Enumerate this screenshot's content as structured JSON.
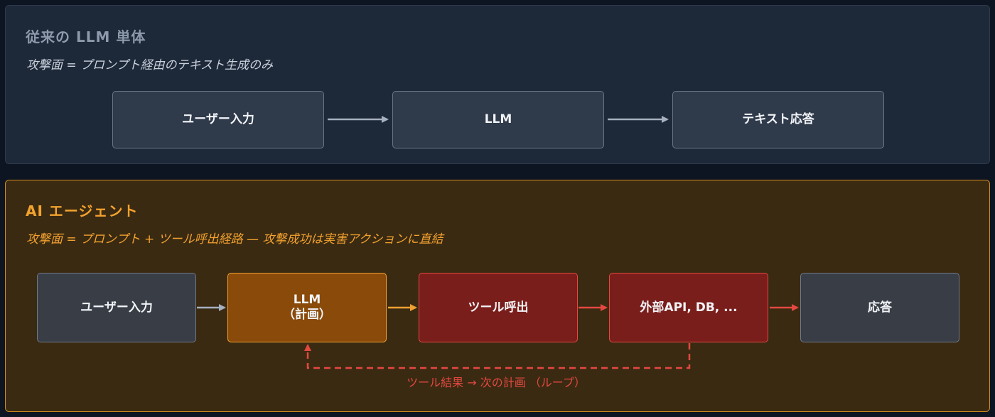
{
  "traditional": {
    "title": "従来の LLM 単体",
    "subtitle": "攻撃面 = プロンプト経由のテキスト生成のみ",
    "nodes": [
      "ユーザー入力",
      "LLM",
      "テキスト応答"
    ]
  },
  "agent": {
    "title": "AI エージェント",
    "subtitle": "攻撃面 = プロンプト + ツール呼出経路 — 攻撃成功は実害アクションに直結",
    "nodes": {
      "user_input": "ユーザー入力",
      "llm_line1": "LLM",
      "llm_line2": "（計画）",
      "tool_call": "ツール呼出",
      "external": "外部API, DB, ...",
      "response": "応答"
    },
    "loop_label": "ツール結果 → 次の計画 （ループ）"
  },
  "colors": {
    "neutral_arrow": "#a6b0be",
    "llm_accent": "#f0a131",
    "danger": "#e44840"
  }
}
